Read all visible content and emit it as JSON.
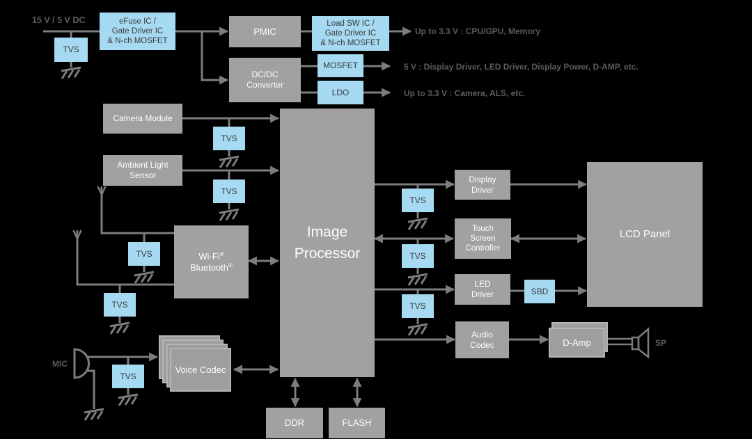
{
  "diagram": {
    "tvs_label": "TVS",
    "power_chain": {
      "supply_label": "15 V / 5 V DC",
      "efuse": "eFuse IC /\nGate Driver IC\n& N-ch MOSFET",
      "pmic": "PMIC",
      "load_sw": "Load SW IC /\nGate Driver IC\n& N-ch MOSFET",
      "dcdc": "DC/DC\nConverter",
      "mosfet": "MOSFET",
      "ldo": "LDO",
      "rails": {
        "cpu": "Up to 3.3 V : CPU/GPU, Memory",
        "display": "5 V : Display Driver, LED Driver, Display Power, D-AMP, etc.",
        "camera": "Up to 3.3 V : Camera, ALS, etc."
      }
    },
    "inputs": {
      "camera": "Camera Module",
      "ambient": "Ambient Light\nSensor",
      "wifi_line1": "Wi-Fi",
      "wifi_line2": "Bluetooth",
      "reg_mark": "®",
      "mic_label": "MIC",
      "voice_codec": "Voice Codec"
    },
    "core": {
      "image_processor": "Image\nProcessor",
      "ddr": "DDR",
      "flash": "FLASH"
    },
    "outputs": {
      "display_driver": "Display\nDriver",
      "touch": "Touch\nScreen\nController",
      "led_driver": "LED\nDriver",
      "sbd": "SBD",
      "lcd": "LCD Panel",
      "audio_codec": "Audio\nCodec",
      "damp": "D-Amp",
      "sp_label": "SP"
    }
  },
  "icons": {
    "ground": "chassis-ground symbol (bar with three slashes)",
    "antenna": "trident antenna symbol",
    "microphone": "half-circle microphone symbol",
    "speaker": "cone speaker symbol",
    "arrow": "solid triangle arrowhead"
  },
  "colors": {
    "background": "#000000",
    "block_gray": "#a1a1a1",
    "block_blue": "#a6d9f2",
    "wire_gray": "#7d7d7d",
    "label_gray": "#5c5c5c",
    "text_on_gray": "#fdfdfd",
    "text_on_blue": "#3b3b3b"
  }
}
